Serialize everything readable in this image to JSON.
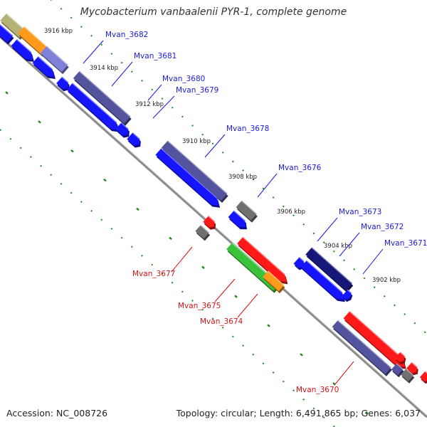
{
  "title": "Mycobacterium vanbaalenii PYR-1, complete genome",
  "footer": {
    "accession_text": "Accession: NC_008726",
    "summary_text": "Topology: circular; Length: 6,491,865 bp; Genes: 6,037"
  },
  "colors": {
    "backbone": "#8a8a8a",
    "tick": "#1a8a1a",
    "label_blue": "#1a1adb",
    "label_red": "#d41414",
    "cds_blue": "#1515ff",
    "gene_purple": "#54549e",
    "gene_navy": "#17177a",
    "gene_red": "#ff1a1a",
    "gene_green": "#3ac23a",
    "gene_orange": "#ff9a1a",
    "gene_gray": "#707070",
    "gene_olive": "#b5b275",
    "gene_lavender": "#8080d8"
  },
  "scale_labels": [
    "3916 kbp",
    "3914 kbp",
    "3912 kbp",
    "3910 kbp",
    "3908 kbp",
    "3906 kbp",
    "3904 kbp",
    "3902 kbp"
  ],
  "gene_labels": [
    {
      "text": "Mvan_3682",
      "color": "blue"
    },
    {
      "text": "Mvan_3681",
      "color": "blue"
    },
    {
      "text": "Mvan_3680",
      "color": "blue"
    },
    {
      "text": "Mvan_3679",
      "color": "blue"
    },
    {
      "text": "Mvan_3678",
      "color": "blue"
    },
    {
      "text": "Mvan_3676",
      "color": "blue"
    },
    {
      "text": "Mvan_3673",
      "color": "blue"
    },
    {
      "text": "Mvan_3672",
      "color": "blue"
    },
    {
      "text": "Mvan_3671",
      "color": "blue"
    },
    {
      "text": "Mvan_3677",
      "color": "red"
    },
    {
      "text": "Mvan_3675",
      "color": "red"
    },
    {
      "text": "Mvan_3674",
      "color": "red"
    },
    {
      "text": "Mvan_3670",
      "color": "red"
    }
  ]
}
